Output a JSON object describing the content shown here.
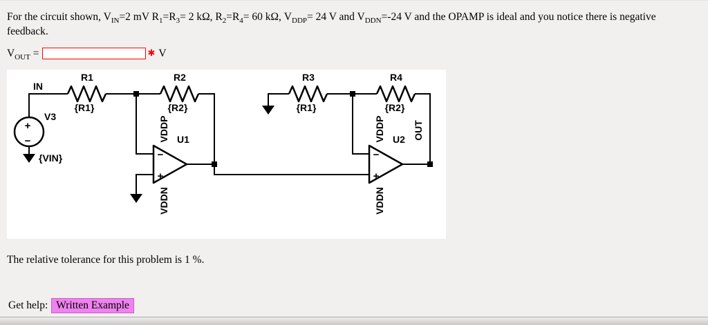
{
  "statement": [
    {
      "text": "For the circuit shown,  V"
    },
    {
      "text": "IN",
      "sub": true
    },
    {
      "text": "=2 mV R"
    },
    {
      "text": "1",
      "sub": true
    },
    {
      "text": "=R"
    },
    {
      "text": "3",
      "sub": true
    },
    {
      "text": "= 2 kΩ, R"
    },
    {
      "text": "2",
      "sub": true
    },
    {
      "text": "=R"
    },
    {
      "text": "4",
      "sub": true
    },
    {
      "text": "= 60 kΩ,  V"
    },
    {
      "text": "DDP",
      "sub": true
    },
    {
      "text": "= 24 V and V"
    },
    {
      "text": "DDN",
      "sub": true
    },
    {
      "text": "=-24 V and the OPAMP is ideal and you notice there is negative feedback."
    }
  ],
  "answer": {
    "label": "V",
    "label_sub": "OUT",
    "equals": " =",
    "value": "",
    "required_marker": "✱",
    "unit": "V"
  },
  "tolerance_text": "The relative tolerance for this problem is 1 %.",
  "help": {
    "label": "Get help:",
    "button_label": "Written Example"
  },
  "circuit": {
    "labels": {
      "in": "IN",
      "r1": "R1",
      "r1_value": "{R1}",
      "r2": "R2",
      "r2_value": "{R2}",
      "r3": "R3",
      "r3_value": "{R1}",
      "r4": "R4",
      "r4_value": "{R2}",
      "v3": "V3",
      "vin": "{VIN}",
      "u1": "U1",
      "u2": "U2",
      "vddp": "VDDP",
      "vddn": "VDDN",
      "out": "OUT",
      "plus": "+",
      "minus": "−"
    }
  },
  "colors": {
    "required_marker": "#ff0000",
    "input_border": "#ff0000",
    "help_button_bg": "#ee82ee",
    "page_bg": "#f1f0ee",
    "circuit_bg": "#ffffff"
  }
}
